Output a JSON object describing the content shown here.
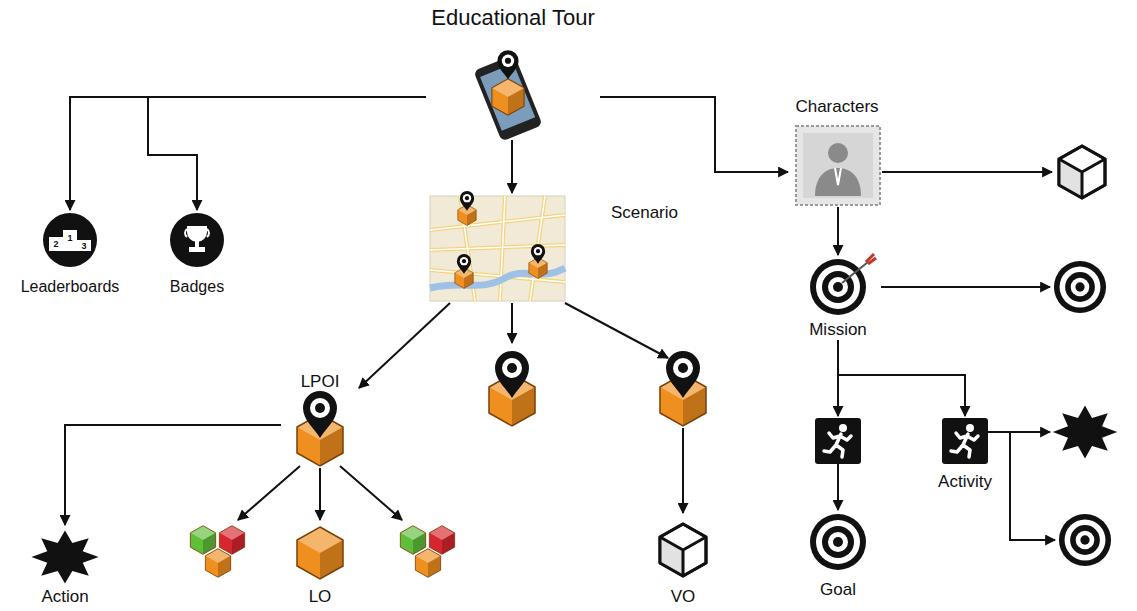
{
  "diagram": {
    "nodes": [
      {
        "text": [
          "Educational Tour"
        ]
      },
      {
        "text": [
          "Leaderboards"
        ]
      },
      {
        "text": [
          "Badges"
        ]
      },
      {
        "text": [
          "Scenario"
        ]
      },
      {
        "text": [
          "Characters"
        ]
      },
      {
        "text": [
          "Mission"
        ]
      },
      {
        "text": [
          "LPOI"
        ]
      },
      {
        "text": [
          "Action"
        ]
      },
      {
        "text": [
          "LO"
        ]
      },
      {
        "text": [
          "VO"
        ]
      },
      {
        "text": [
          "Goal"
        ]
      },
      {
        "text": [
          "Activity"
        ]
      }
    ],
    "edges": [
      {
        "from": 0,
        "to": 1,
        "arrow": "to"
      },
      {
        "from": 0,
        "to": 2,
        "arrow": "to"
      },
      {
        "from": 0,
        "to": 3,
        "arrow": "to"
      },
      {
        "from": 0,
        "to": 4,
        "arrow": "to"
      },
      {
        "from": 3,
        "to": 6,
        "arrow": "to"
      },
      {
        "from": 4,
        "to": 5,
        "arrow": "to"
      },
      {
        "from": 5,
        "to": 11,
        "arrow": "to"
      },
      {
        "from": 6,
        "to": 7,
        "arrow": "to"
      },
      {
        "from": 6,
        "to": 8,
        "arrow": "to"
      }
    ],
    "labels": [
      "2",
      "1",
      "3"
    ]
  }
}
